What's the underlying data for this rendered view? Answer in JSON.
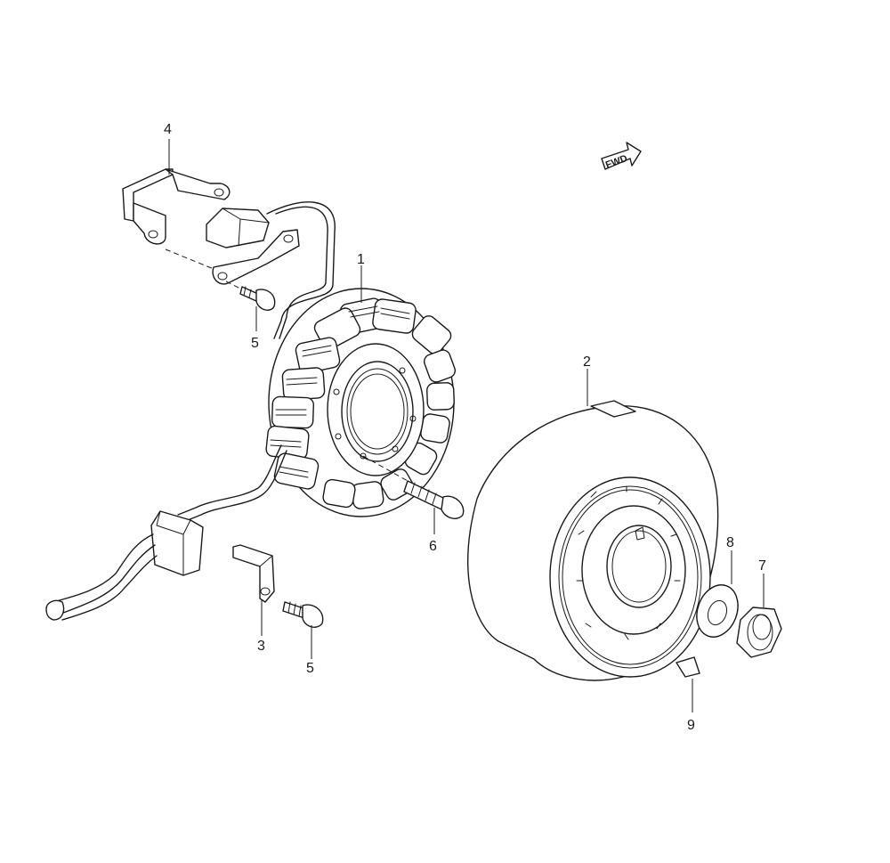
{
  "callouts": {
    "c1": "1",
    "c2": "2",
    "c3": "3",
    "c4": "4",
    "c5a": "5",
    "c5b": "5",
    "c6": "6",
    "c7": "7",
    "c8": "8",
    "c9": "9"
  },
  "fwd_label": "FWD",
  "icons": {
    "direction": "fwd-arrow-icon"
  }
}
